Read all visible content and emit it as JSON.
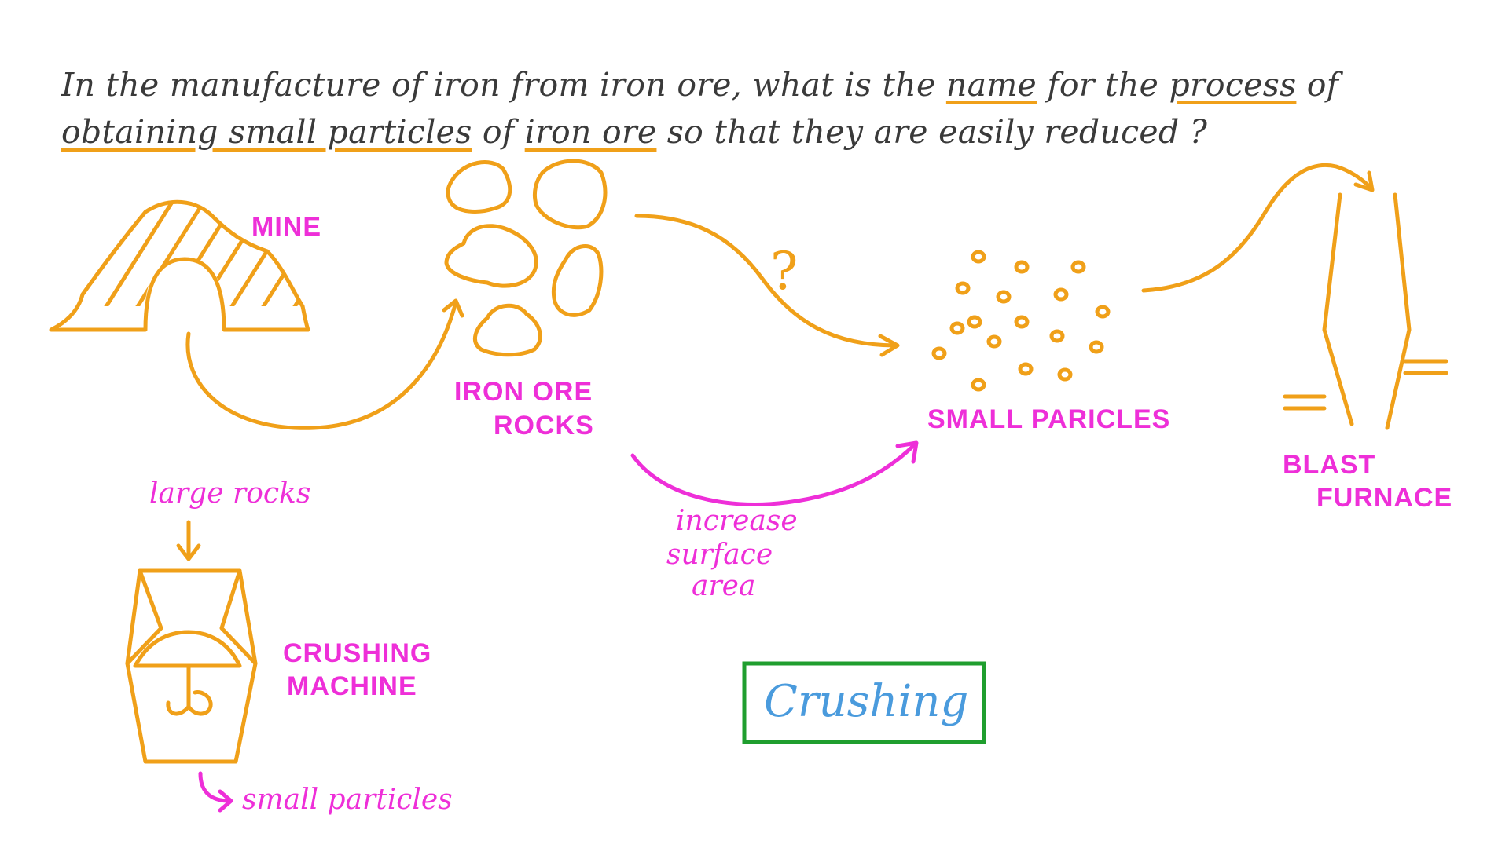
{
  "question": {
    "s1": "In the manufacture of iron from iron ore, what is the ",
    "u1": "name",
    "s2": " for the ",
    "u2": "process",
    "s3": " of ",
    "u3": "obtaining small particles",
    "s4": " of ",
    "u4": "iron ore",
    "s5": " so that they are easily reduced ?"
  },
  "labels": {
    "mine": "MINE",
    "iron_ore_rocks_1": "IRON ORE",
    "iron_ore_rocks_2": "ROCKS",
    "small_particles": "SMALL PARICLES",
    "blast_furnace_1": "BLAST",
    "blast_furnace_2": "FURNACE",
    "question_mark": "?",
    "increase_1": "increase",
    "increase_2": "surface",
    "increase_3": "area",
    "large_rocks": "large rocks",
    "crushing_machine_1": "CRUSHING",
    "crushing_machine_2": "MACHINE",
    "small_particles_out": "small particles"
  },
  "answer": "Crushing",
  "colors": {
    "orange": "#F0A019",
    "magenta": "#EE2FD8",
    "green": "#1F9E2E",
    "blue": "#4A9BDD",
    "text": "#3a3a3a"
  }
}
